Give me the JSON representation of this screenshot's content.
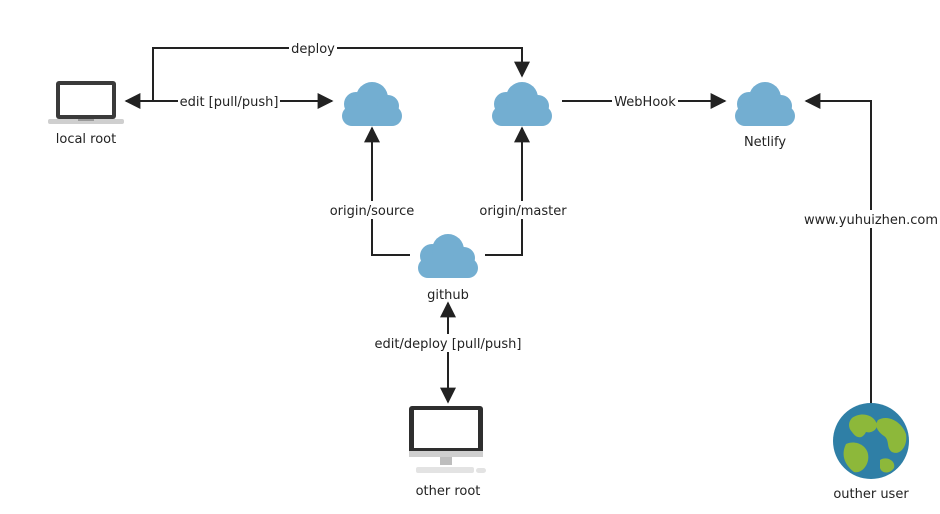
{
  "nodes": {
    "local_root": "local root",
    "netlify": "Netlify",
    "github": "github",
    "other_root": "other root",
    "outher_user": "outher user"
  },
  "edges": {
    "deploy": "deploy",
    "edit_pull_push": "edit  [pull/push]",
    "webhook": "WebHook",
    "origin_source": "origin/source",
    "origin_master": "origin/master",
    "edit_deploy_pull_push": "edit/deploy  [pull/push]",
    "domain": "www.yuhuizhen.com"
  },
  "colors": {
    "cloud": "#73aed1",
    "line": "#222222",
    "globe_ocean": "#2f7fa6",
    "globe_land": "#8db83a"
  }
}
